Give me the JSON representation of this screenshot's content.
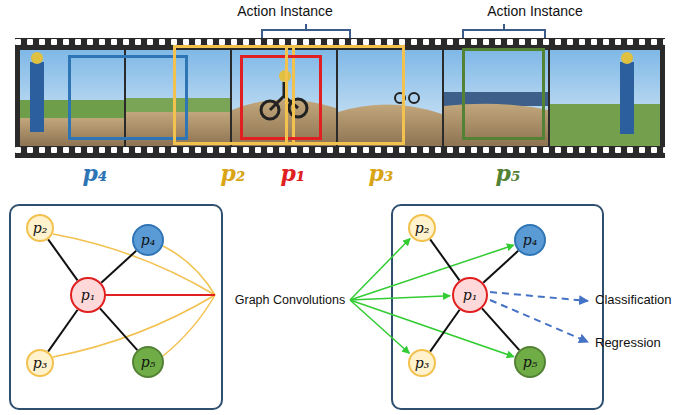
{
  "diagram": {
    "nodes": [
      {
        "text": [
          "p₄"
        ]
      },
      {
        "text": [
          "p₂"
        ]
      },
      {
        "text": [
          "p₁"
        ]
      },
      {
        "text": [
          "p₃"
        ]
      },
      {
        "text": [
          "p₅"
        ]
      },
      {
        "text": [
          "p₂"
        ]
      },
      {
        "text": [
          "p₄"
        ]
      },
      {
        "text": [
          "p₁"
        ]
      },
      {
        "text": [
          "p₃"
        ]
      },
      {
        "text": [
          "p₅"
        ]
      },
      {
        "text": [
          "p₂"
        ]
      },
      {
        "text": [
          "p₄"
        ]
      },
      {
        "text": [
          "p₁"
        ]
      },
      {
        "text": [
          "p₃"
        ]
      },
      {
        "text": [
          "p₅"
        ]
      }
    ],
    "edges": [
      {
        "from": 7,
        "to": 5,
        "arrow": "none"
      },
      {
        "from": 7,
        "to": 6,
        "arrow": "none"
      },
      {
        "from": 7,
        "to": 8,
        "arrow": "none"
      },
      {
        "from": 7,
        "to": 9,
        "arrow": "none"
      },
      {
        "from": 12,
        "to": 10,
        "arrow": "none"
      },
      {
        "from": 12,
        "to": 11,
        "arrow": "none"
      },
      {
        "from": 12,
        "to": 13,
        "arrow": "none"
      },
      {
        "from": 12,
        "to": 14,
        "arrow": "none"
      }
    ],
    "labels": [
      "Action Instance",
      "Action Instance",
      "Graph Convolutions",
      "Classification",
      "Regression"
    ]
  }
}
